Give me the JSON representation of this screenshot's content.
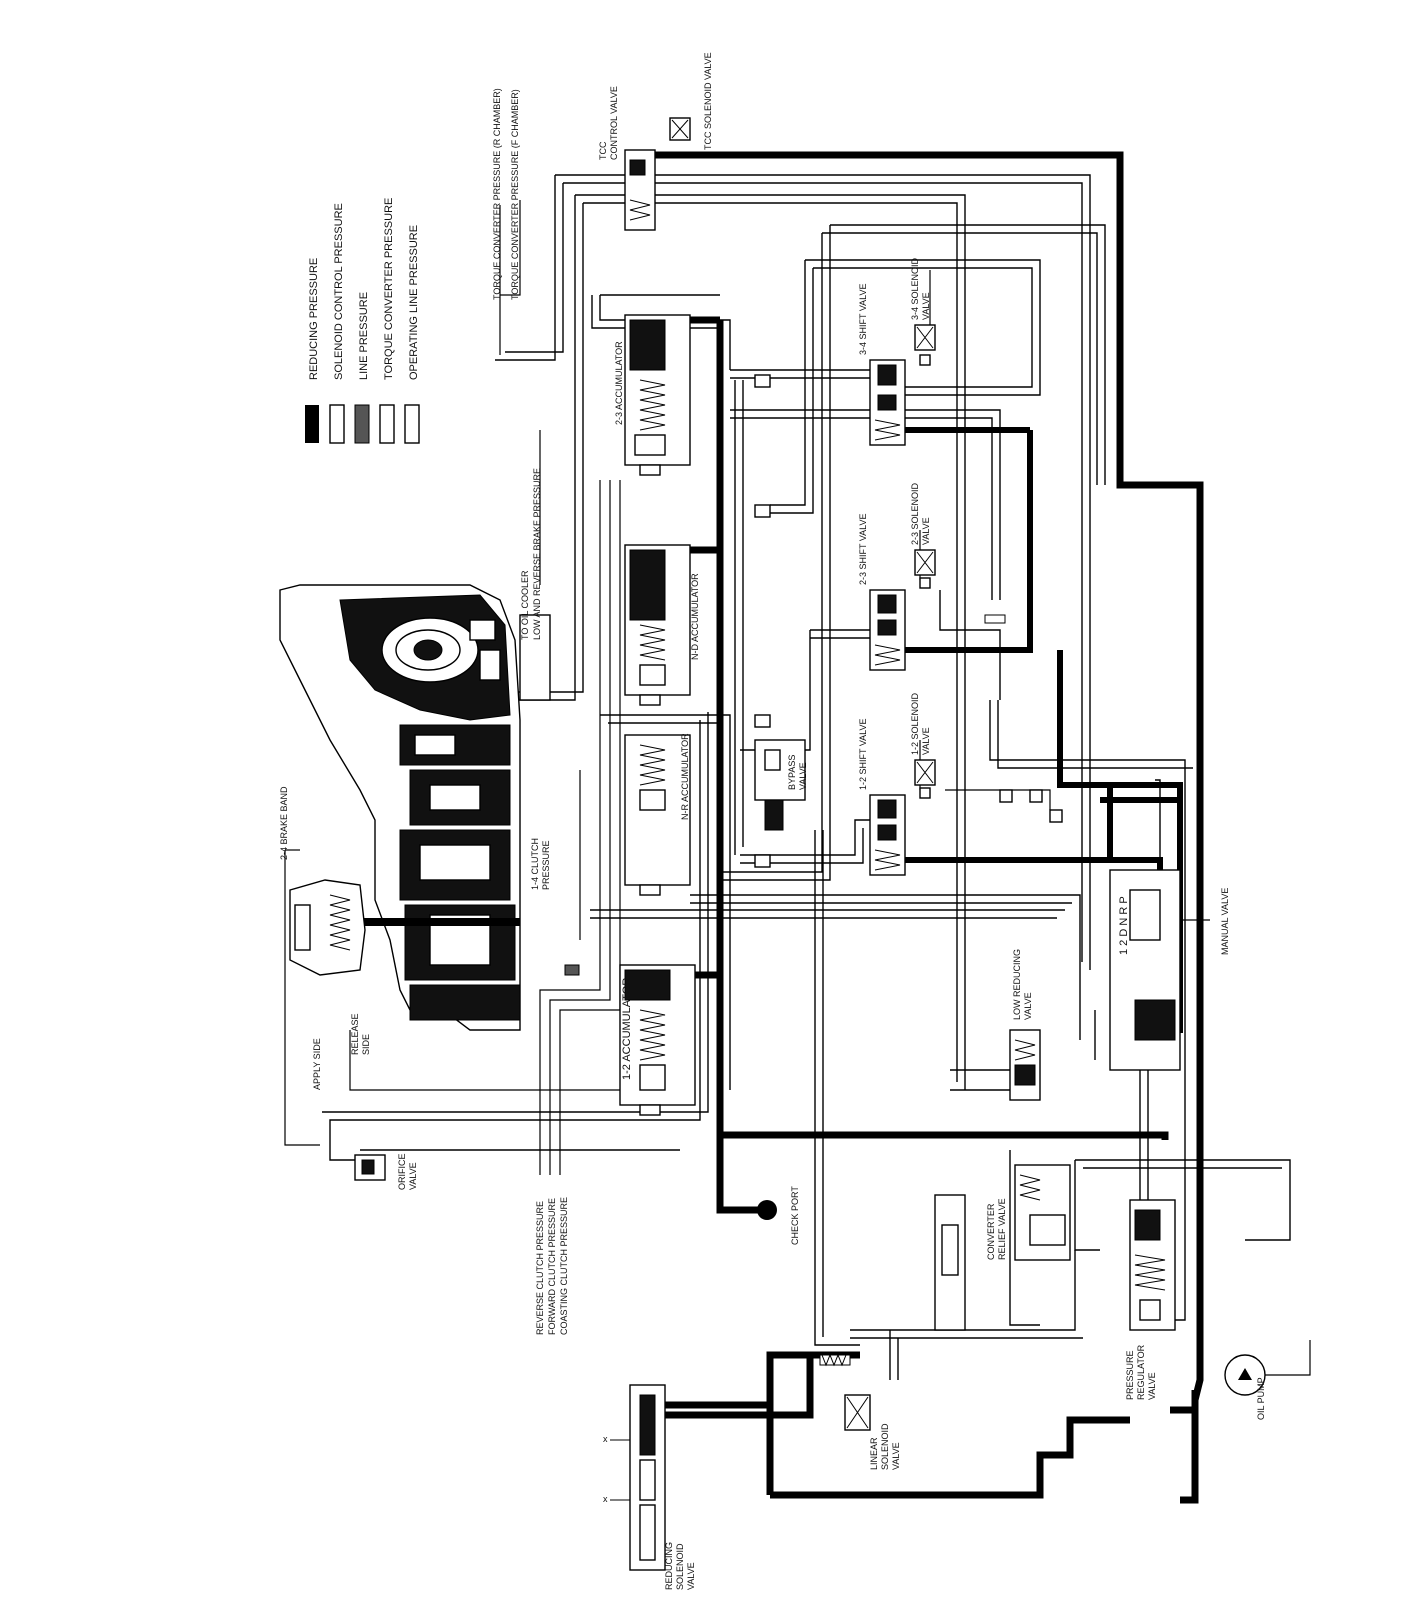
{
  "legend": [
    {
      "swatch": "solid-black",
      "label": "REDUCING PRESSURE"
    },
    {
      "swatch": "double-line",
      "label": "SOLENOID CONTROL PRESSURE"
    },
    {
      "swatch": "dark-hatched",
      "label": "LINE PRESSURE"
    },
    {
      "swatch": "double-line",
      "label": "TORQUE CONVERTER PRESSURE"
    },
    {
      "swatch": "outlined",
      "label": "OPERATING LINE PRESSURE"
    }
  ],
  "labels": {
    "torque_converter_r": "TORQUE CONVERTER PRESSURE (R CHAMBER)",
    "torque_converter_f": "TORQUE CONVERTER PRESSURE (F CHAMBER)",
    "tcc_control_valve_1": "TCC",
    "tcc_control_valve_2": "CONTROL VALVE",
    "tcc_solenoid_valve": "TCC SOLENOID VALVE",
    "to_oil_cooler": "TO OIL COOLER",
    "low_reverse_brake": "LOW AND REVERSE BRAKE PRESSURE",
    "accumulator_23": "2-3 ACCUMULATOR",
    "accumulator_nd": "N-D ACCUMULATOR",
    "accumulator_nr": "N-R ACCUMULATOR",
    "accumulator_12": "1-2 ACCUMULATOR",
    "shift_valve_34": "3-4 SHIFT VALVE",
    "solenoid_34_1": "3-4 SOLENOID",
    "solenoid_34_2": "VALVE",
    "shift_valve_23": "2-3 SHIFT VALVE",
    "solenoid_23_1": "2-3 SOLENOID",
    "solenoid_23_2": "VALVE",
    "shift_valve_12": "1-2 SHIFT VALVE",
    "solenoid_12_1": "1-2 SOLENOID",
    "solenoid_12_2": "VALVE",
    "bypass_valve_1": "BYPASS",
    "bypass_valve_2": "VALVE",
    "brake_band_24": "2-4 BRAKE BAND",
    "clutch_14_1": "1-4 CLUTCH",
    "clutch_14_2": "PRESSURE",
    "release_side_1": "RELEASE",
    "release_side_2": "SIDE",
    "apply_side": "APPLY SIDE",
    "orifice_valve_1": "ORIFICE",
    "orifice_valve_2": "VALVE",
    "reverse_clutch": "REVERSE CLUTCH PRESSURE",
    "forward_clutch": "FORWARD CLUTCH PRESSURE",
    "coasting_clutch": "COASTING CLUTCH PRESSURE",
    "check_port": "CHECK PORT",
    "low_reducing_1": "LOW REDUCING",
    "low_reducing_2": "VALVE",
    "manual_valve": "MANUAL VALVE",
    "manual_positions": "1 2 D N R P",
    "converter_relief_1": "CONVERTER",
    "converter_relief_2": "RELIEF VALVE",
    "pressure_regulator_1": "PRESSURE",
    "pressure_regulator_2": "REGULATOR",
    "pressure_regulator_3": "VALVE",
    "oil_pump": "OIL PUMP",
    "linear_solenoid_1": "LINEAR",
    "linear_solenoid_2": "SOLENOID",
    "linear_solenoid_3": "VALVE",
    "reducing_solenoid_1": "REDUCING",
    "reducing_solenoid_2": "SOLENOID",
    "reducing_solenoid_3": "VALVE",
    "x_mark": "x"
  }
}
